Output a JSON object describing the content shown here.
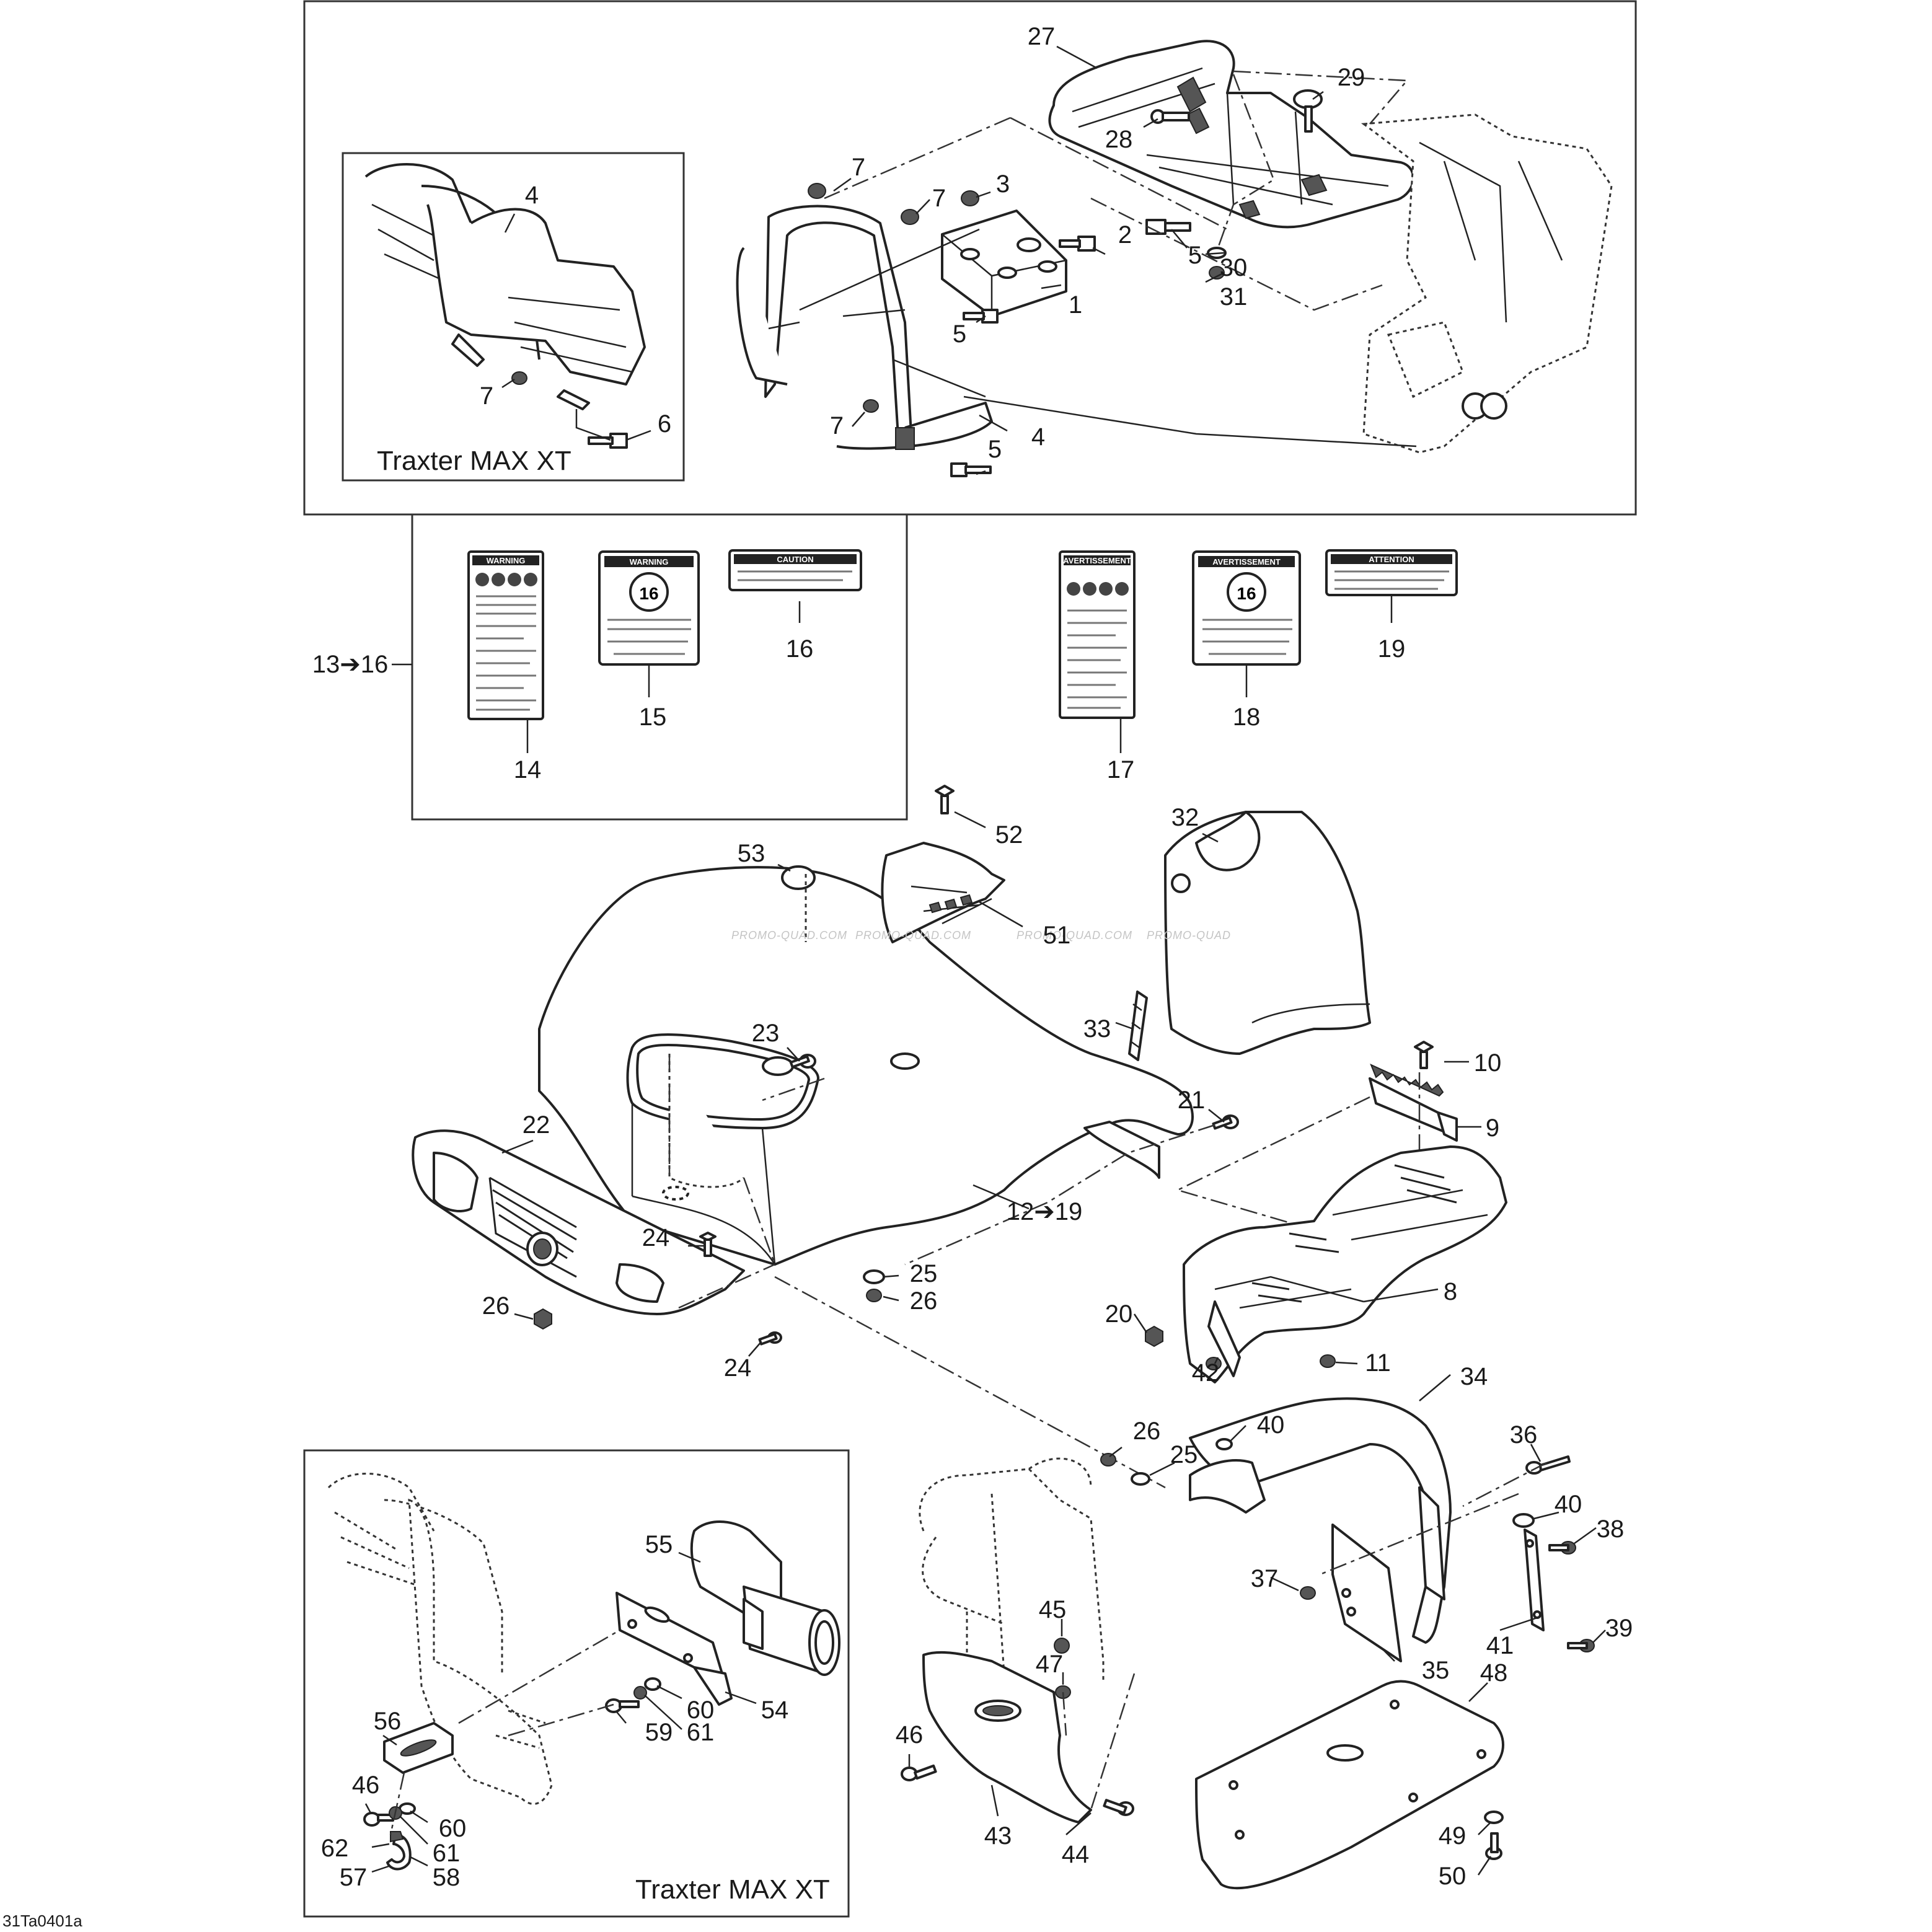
{
  "callouts": [
    {
      "id": "c27",
      "text": "27"
    },
    {
      "id": "c29",
      "text": "29"
    },
    {
      "id": "c28",
      "text": "28"
    },
    {
      "id": "c7a",
      "text": "7"
    },
    {
      "id": "c7b",
      "text": "7"
    },
    {
      "id": "c3",
      "text": "3"
    },
    {
      "id": "c2",
      "text": "2"
    },
    {
      "id": "c5a",
      "text": "5"
    },
    {
      "id": "c30",
      "text": "30"
    },
    {
      "id": "c31",
      "text": "31"
    },
    {
      "id": "c1",
      "text": "1"
    },
    {
      "id": "c5b",
      "text": "5"
    },
    {
      "id": "c7c",
      "text": "7"
    },
    {
      "id": "c4a",
      "text": "4"
    },
    {
      "id": "c5c",
      "text": "5"
    },
    {
      "id": "c4b",
      "text": "4"
    },
    {
      "id": "c7d",
      "text": "7"
    },
    {
      "id": "c6",
      "text": "6"
    },
    {
      "id": "c13",
      "text": "13➔16"
    },
    {
      "id": "c16",
      "text": "16"
    },
    {
      "id": "c15",
      "text": "15"
    },
    {
      "id": "c14",
      "text": "14"
    },
    {
      "id": "c19",
      "text": "19"
    },
    {
      "id": "c18",
      "text": "18"
    },
    {
      "id": "c17",
      "text": "17"
    },
    {
      "id": "c52",
      "text": "52"
    },
    {
      "id": "c53",
      "text": "53"
    },
    {
      "id": "c51",
      "text": "51"
    },
    {
      "id": "c32",
      "text": "32"
    },
    {
      "id": "c33",
      "text": "33"
    },
    {
      "id": "c10",
      "text": "10"
    },
    {
      "id": "c9",
      "text": "9"
    },
    {
      "id": "c23",
      "text": "23"
    },
    {
      "id": "c21",
      "text": "21"
    },
    {
      "id": "c22",
      "text": "22"
    },
    {
      "id": "c12",
      "text": "12➔19"
    },
    {
      "id": "c24a",
      "text": "24"
    },
    {
      "id": "c25a",
      "text": "25"
    },
    {
      "id": "c26a",
      "text": "26"
    },
    {
      "id": "c26b",
      "text": "26"
    },
    {
      "id": "c24b",
      "text": "24"
    },
    {
      "id": "c20",
      "text": "20"
    },
    {
      "id": "c8",
      "text": "8"
    },
    {
      "id": "c42",
      "text": "42"
    },
    {
      "id": "c11",
      "text": "11"
    },
    {
      "id": "c34",
      "text": "34"
    },
    {
      "id": "c40a",
      "text": "40"
    },
    {
      "id": "c26c",
      "text": "26"
    },
    {
      "id": "c25b",
      "text": "25"
    },
    {
      "id": "c36",
      "text": "36"
    },
    {
      "id": "c40b",
      "text": "40"
    },
    {
      "id": "c38",
      "text": "38"
    },
    {
      "id": "c37",
      "text": "37"
    },
    {
      "id": "c35",
      "text": "35"
    },
    {
      "id": "c41",
      "text": "41"
    },
    {
      "id": "c39",
      "text": "39"
    },
    {
      "id": "c55",
      "text": "55"
    },
    {
      "id": "c45",
      "text": "45"
    },
    {
      "id": "c47",
      "text": "47"
    },
    {
      "id": "c54",
      "text": "54"
    },
    {
      "id": "c60a",
      "text": "60"
    },
    {
      "id": "c59",
      "text": "59"
    },
    {
      "id": "c61a",
      "text": "61"
    },
    {
      "id": "c56",
      "text": "56"
    },
    {
      "id": "c48",
      "text": "48"
    },
    {
      "id": "c46a",
      "text": "46"
    },
    {
      "id": "c60b",
      "text": "60"
    },
    {
      "id": "c61b",
      "text": "61"
    },
    {
      "id": "c62",
      "text": "62"
    },
    {
      "id": "c57",
      "text": "57"
    },
    {
      "id": "c58",
      "text": "58"
    },
    {
      "id": "c46b",
      "text": "46"
    },
    {
      "id": "c43",
      "text": "43"
    },
    {
      "id": "c44",
      "text": "44"
    },
    {
      "id": "c49",
      "text": "49"
    },
    {
      "id": "c50",
      "text": "50"
    }
  ],
  "insets": {
    "top_caption": "Traxter MAX XT",
    "bottom_caption": "Traxter MAX XT"
  },
  "decals": {
    "warning": "WARNING",
    "caution": "CAUTION",
    "avertissement": "AVERTISSEMENT",
    "attention": "ATTENTION",
    "age_en": "16",
    "age_fr": "16"
  },
  "watermark": {
    "w1": "PROMO-QUAD.COM",
    "w2": "PROMO-QUAD.COM",
    "w3": "PROMO-QUAD.COM",
    "w4": "PROMO-QUAD"
  },
  "drawing_code": "31Ta0401a"
}
